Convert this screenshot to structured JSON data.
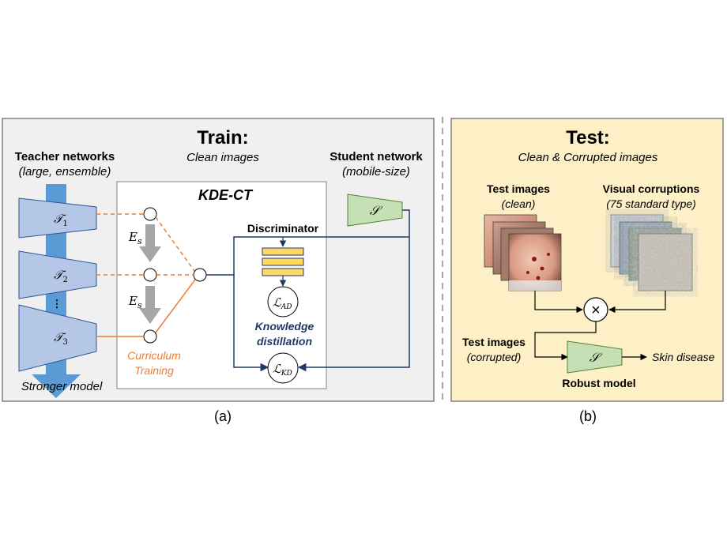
{
  "train": {
    "title": "Train:",
    "subtitle": "Clean images",
    "teacher_title": "Teacher networks",
    "teacher_subtitle": "(large, ensemble)",
    "teacher_labels": [
      "𝒯",
      "𝒯",
      "𝒯"
    ],
    "teacher_subscripts": [
      "1",
      "2",
      "3"
    ],
    "dots": "⋮",
    "stronger_model": "Stronger model",
    "student_title": "Student network",
    "student_subtitle": "(mobile-size)",
    "student_label": "𝒮",
    "kde_ct": "KDE-CT",
    "es_label": "E",
    "es_sub": "s",
    "discriminator": "Discriminator",
    "loss_ad": "ℒ",
    "loss_ad_sub": "AD",
    "loss_kd": "ℒ",
    "loss_kd_sub": "KD",
    "knowledge_line1": "Knowledge",
    "knowledge_line2": "distillation",
    "curriculum_line1": "Curriculum",
    "curriculum_line2": "Training",
    "caption": "(a)"
  },
  "test": {
    "title": "Test:",
    "subtitle": "Clean & Corrupted images",
    "test_images_title": "Test images",
    "test_images_sub": "(clean)",
    "corruptions_title": "Visual corruptions",
    "corruptions_sub": "(75 standard type)",
    "multiply": "×",
    "test_images_corrupted_title": "Test images",
    "test_images_corrupted_sub": "(corrupted)",
    "student_label": "𝒮",
    "output": "Skin disease",
    "robust_model": "Robust model",
    "caption": "(b)"
  },
  "colors": {
    "train_bg": "#f0f0f0",
    "test_bg": "#fdefc6",
    "teacher_fill": "#b4c7e7",
    "arrow_blue": "#5b9bd5",
    "student_fill": "#c5e0b4",
    "orange": "#ed7d31",
    "navy": "#203864",
    "disc_fill": "#ffd966"
  }
}
